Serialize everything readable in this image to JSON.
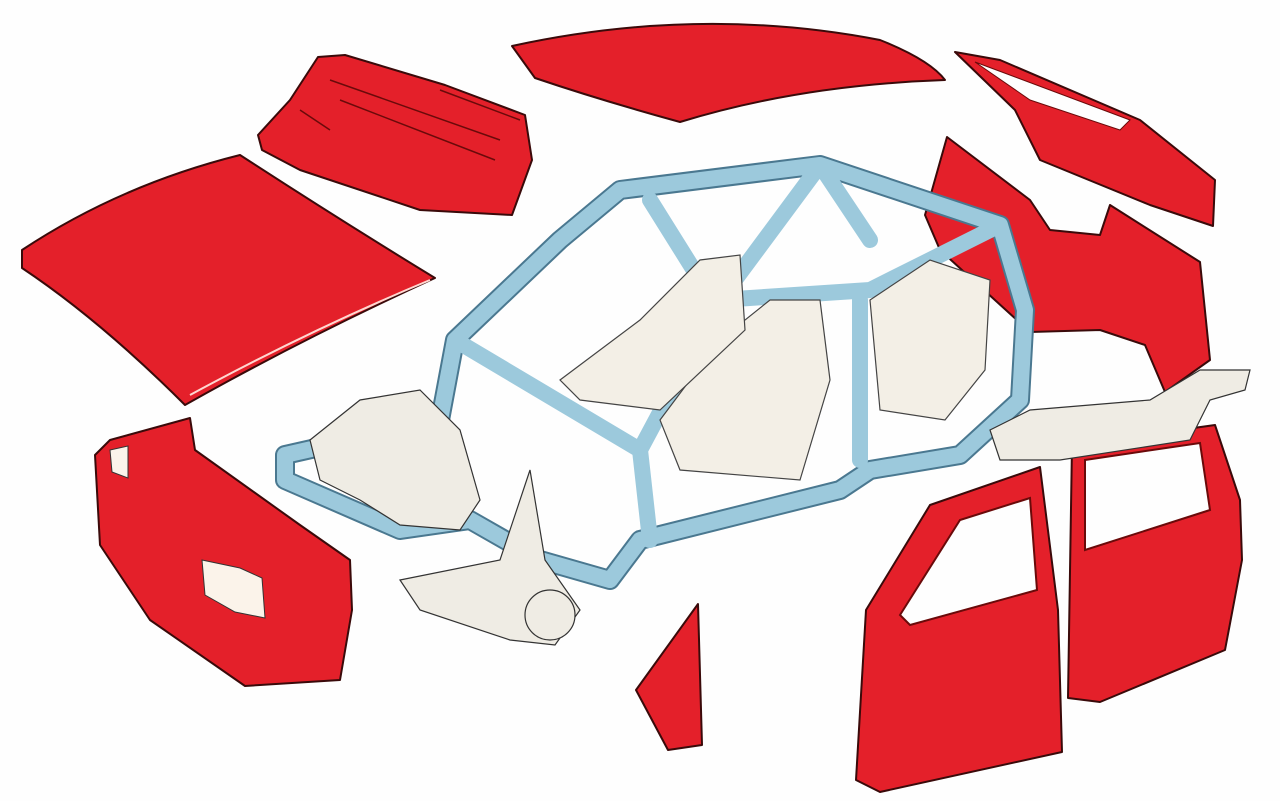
{
  "illustration": {
    "colors": {
      "panel_red": "#e4202a",
      "panel_shadow": "#b3141c",
      "frame_blue": "#9cc9dc",
      "frame_outline": "#4a7890",
      "background": "#fefefe"
    },
    "parts": [
      "roof-panel",
      "hood-panel",
      "cowl-panel",
      "tailgate-panel",
      "rear-quarter-section",
      "front-bumper",
      "front-fender",
      "front-door",
      "rear-door",
      "body-frame",
      "seats",
      "engine-and-suspension"
    ]
  }
}
